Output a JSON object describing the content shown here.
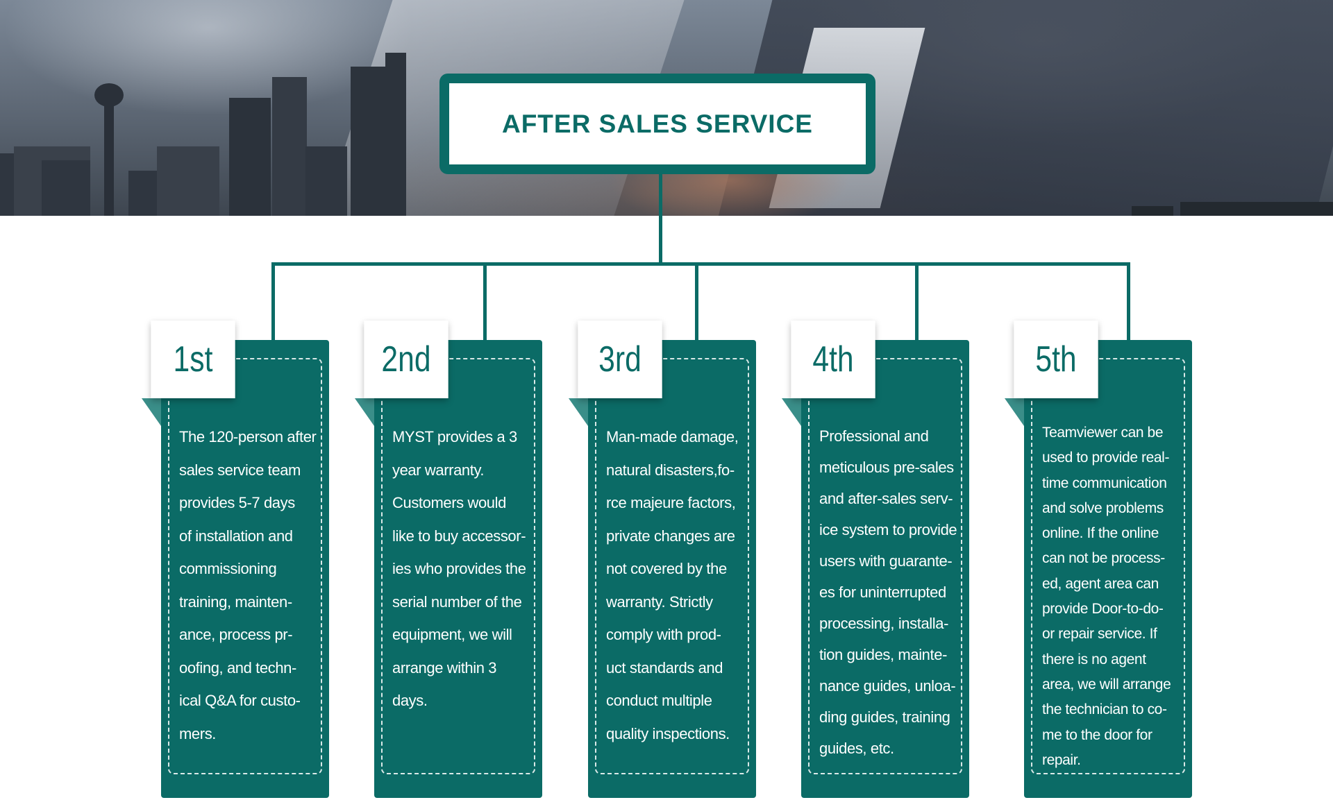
{
  "title": "AFTER SALES SERVICE",
  "colors": {
    "teal": "#0b6b66",
    "teal_light": "#3a8e89",
    "white": "#ffffff"
  },
  "steps": [
    {
      "label": "1st",
      "text": "The 120-person after\nsales service team\nprovides 5-7 days\nof installation and\ncommissioning\ntraining, mainten-\nance, process pr-\noofing, and techn-\nical Q&A for custo-\nmers."
    },
    {
      "label": "2nd",
      "text": "MYST provides a 3\nyear warranty.\nCustomers would\nlike to buy accessor-\nies who provides the\nserial number of the\nequipment, we will\narrange within 3\ndays."
    },
    {
      "label": "3rd",
      "text": "Man-made damage,\nnatural disasters,fo-\nrce majeure factors,\nprivate changes are\nnot covered by the\nwarranty. Strictly\ncomply with prod-\nuct standards and\nconduct multiple\nquality inspections."
    },
    {
      "label": "4th",
      "text": "Professional and\nmeticulous pre-sales\nand after-sales serv-\nice system to provide\nusers with guarante-\nes for uninterrupted\nprocessing, installa-\ntion guides, mainte-\nnance guides, unloa-\nding guides, training\nguides, etc."
    },
    {
      "label": "5th",
      "text": "Teamviewer can be\nused to provide real-\ntime communication\nand solve problems\nonline. If the online\ncan not be process-\ned, agent area can\nprovide Door-to-do-\nor repair service. If\nthere is no agent\narea, we will arrange\nthe technician to co-\nme to the door for\nrepair."
    }
  ]
}
